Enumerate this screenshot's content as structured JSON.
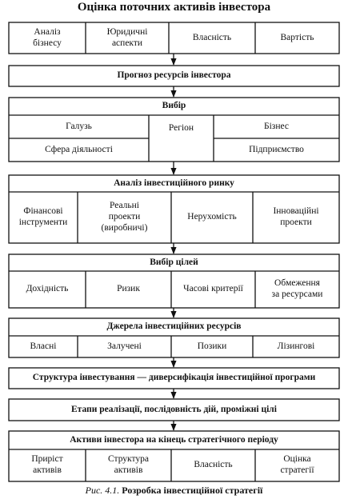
{
  "title": "Оцінка поточних активів інвестора",
  "caption": {
    "figure": "Рис. 4.1.",
    "text": "Розробка інвестиційної стратегії"
  },
  "boxes": {
    "b1": [
      "Аналіз\nбізнесу",
      "Юридичні\nаспекти",
      "Власність",
      "Вартість"
    ],
    "b2": "Прогноз ресурсів інвестора",
    "b3": {
      "header": "Вибір",
      "left_top": "Галузь",
      "left_bottom": "Сфера діяльності",
      "center": "Регіон",
      "right_top": "Бізнес",
      "right_bottom": "Підприємство"
    },
    "b4": {
      "header": "Аналіз інвестиційного ринку",
      "cells": [
        "Фінансові\nінструменти",
        "Реальні\nпроекти\n(виробничі)",
        "Нерухомість",
        "Інноваційні\nпроекти"
      ]
    },
    "b5": {
      "header": "Вибір цілей",
      "cells": [
        "Дохідність",
        "Ризик",
        "Часові критерії",
        "Обмеження\nза ресурсами"
      ]
    },
    "b6": {
      "header": "Джерела інвестиційних ресурсів",
      "cells": [
        "Власні",
        "Залучені",
        "Позики",
        "Лізингові"
      ]
    },
    "b7": "Структура інвестування — диверсифікація інвестиційної програми",
    "b8": "Етапи реалізації, послідовність дій, проміжні цілі",
    "b9": {
      "header": "Активи інвестора на кінець стратегічного періоду",
      "cells": [
        "Приріст\nактивів",
        "Структура\nактивів",
        "Власність",
        "Оцінка\nстратегії"
      ]
    }
  }
}
